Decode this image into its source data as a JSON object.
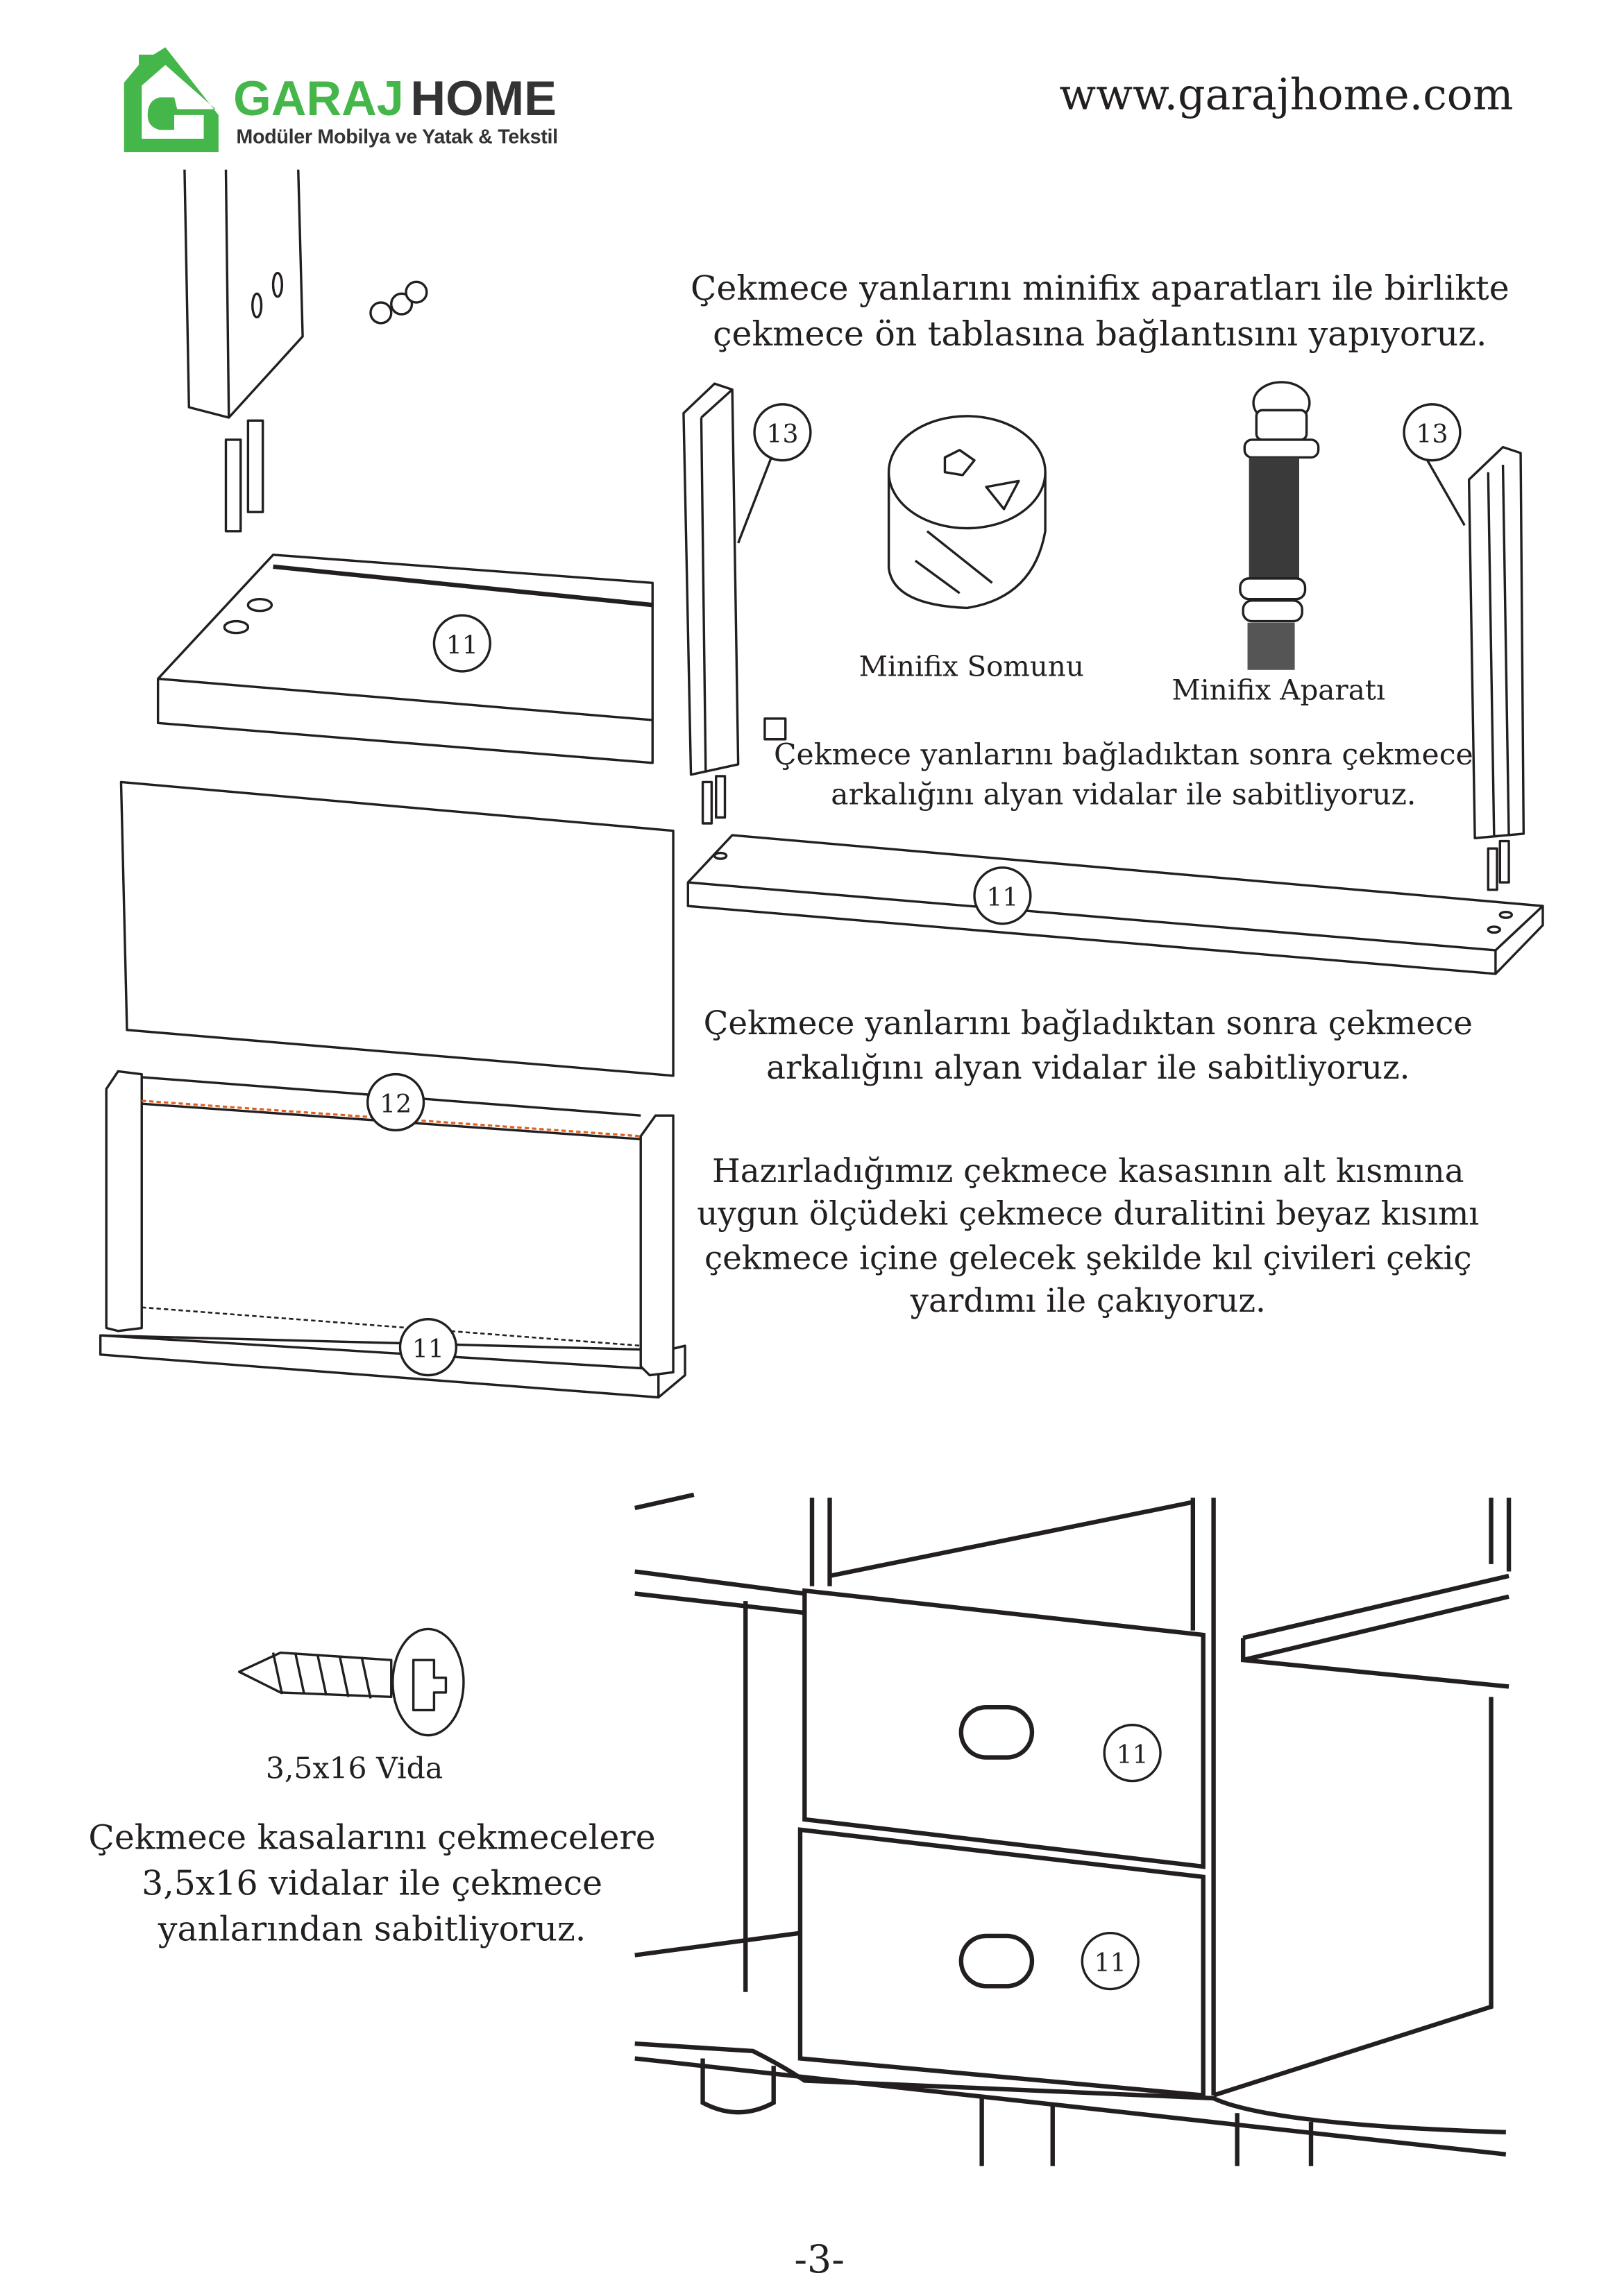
{
  "header": {
    "logo_brand_part1": "GARAJ",
    "logo_brand_part2": "HOME",
    "logo_tagline": "Modüler Mobilya ve Yatak & Tekstil",
    "website": "www.garajhome.com",
    "brand_color": "#45b649",
    "brand_dark": "#333333"
  },
  "instructions": {
    "step1": [
      "Çekmece yanlarını minifix aparatları ile birlikte",
      "çekmece ön tablasına bağlantısını yapıyoruz."
    ],
    "step2": [
      "Çekmece yanlarını bağladıktan sonra çekmece",
      "arkalığını alyan vidalar ile sabitliyoruz."
    ],
    "step3": [
      "Çekmece yanlarını bağladıktan sonra çekmece",
      "arkalığını alyan vidalar ile sabitliyoruz."
    ],
    "step4": [
      "Hazırladığımız çekmece kasasının alt kısmına",
      "uygun ölçüdeki çekmece duralitini beyaz kısımı",
      "çekmece içine gelecek şekilde kıl çivileri çekiç",
      "yardımı ile çakıyoruz."
    ],
    "step5": [
      "Çekmece kasalarını çekmecelere",
      "3,5x16 vidalar ile çekmece",
      "yanlarından sabitliyoruz."
    ]
  },
  "labels": {
    "minifix_nut": "Minifix Somunu",
    "minifix_bolt": "Minifix Aparatı",
    "screw": "3,5x16 Vida"
  },
  "part_numbers": {
    "p11": "11",
    "p12": "12",
    "p13": "13"
  },
  "footer": {
    "page_number": "-3-"
  }
}
